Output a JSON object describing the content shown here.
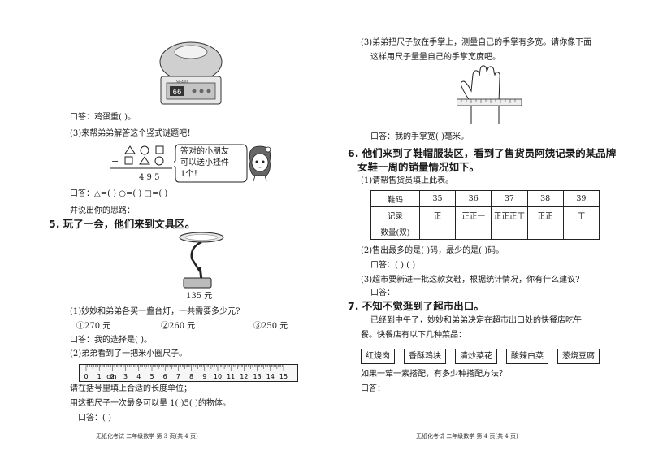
{
  "left": {
    "scale_display": "66",
    "scale_brand": "SF-400",
    "egg_answer": "口答：鸡蛋重(        )。",
    "q3_title": "(3)来帮弟弟解答这个竖式谜题吧！",
    "puzzle_sum": "4  9  5",
    "bubble": [
      "答对的小朋友",
      "可以送小挂件",
      "1个！"
    ],
    "shape_answer": "口答：△=(      )      ○=(      )      □=(      )",
    "ideas": "并说出你的思路：",
    "q5_title": "5. 玩了一会，他们来到文具区。",
    "lamp_price": "135 元",
    "q5_1": "(1)妙妙和弟弟各买一盏台灯，一共需要多少元?",
    "options": [
      "①270 元",
      "②260 元",
      "③250 元"
    ],
    "choice_answer": "口答：我的选择是(    )。",
    "q5_2": "(2)弟弟看到了一把米小圈尺子。",
    "ruler_unit": "cm",
    "ruler_numbers": [
      "0",
      "1",
      "2",
      "3",
      "4",
      "5",
      "6",
      "7",
      "8",
      "9",
      "10",
      "11",
      "12",
      "13",
      "14",
      "15"
    ],
    "fill_unit": "请在括号里填上合适的长度单位；",
    "ruler_use": "用这把尺子一次最多可以量 1(     )5(      )的物体。",
    "ruler_answer": "口答：(        )",
    "footer": "无纸化考试    二年级数学    第 3 页(共 4 页)"
  },
  "right": {
    "q3": "(3)弟弟把尺子放在手掌上，测量自己的手掌有多宽。请你像下面",
    "q3b": "这样用尺子量量自己的手掌宽度吧。",
    "hand_answer": "口答：我的手掌宽(        )毫米。",
    "q6_title_a": "6. 他们来到了鞋帽服装区，看到了售货员阿姨记录的某品牌",
    "q6_title_b": "女鞋一周的销量情况如下。",
    "q6_1": "(1)请帮售货员填上此表。",
    "table": {
      "row_headers": [
        "鞋码",
        "记录",
        "数量(双)"
      ],
      "sizes": [
        "35",
        "36",
        "37",
        "38",
        "39"
      ],
      "tallies": [
        "正",
        "正正一",
        "正正正丅",
        "正正",
        "丅"
      ]
    },
    "q6_2": "(2)售出最多的是(    )码，最少的是(    )码。",
    "q6_2_answer": "口答：(        )        (        )",
    "q6_3": "(3)超市要新进一批这款女鞋，根据统计情况，你有什么建议?",
    "q6_3_answer": "口答：",
    "q7_title": "7. 不知不觉逛到了超市出口。",
    "q7_a": "已经到中午了，妙妙和弟弟决定在超市出口处的快餐店吃午",
    "q7_b": "餐。快餐店有以下几种菜品：",
    "dishes": [
      "红烧肉",
      "香酥鸡块",
      "清炒菜花",
      "酸辣白菜",
      "葱烧豆腐"
    ],
    "q7_q": "如果一荤一素搭配，有多少种搭配方法？",
    "q7_answer": "口答：",
    "footer": "无纸化考试    二年级数学    第 4 页(共 4 页)"
  }
}
